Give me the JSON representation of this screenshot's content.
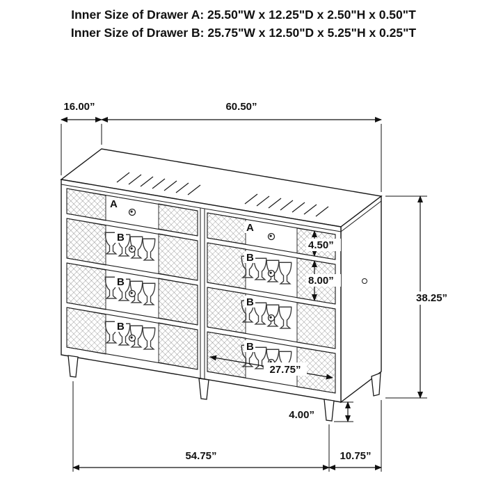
{
  "title": {
    "line1": "Inner Size of Drawer A: 25.50\"W x 12.25\"D x 2.50\"H x 0.50\"T",
    "line2": "Inner Size of Drawer B: 25.75\"W x 12.50\"D x 5.25\"H x 0.25\"T"
  },
  "colors": {
    "label_red": "#cc0000",
    "line_black": "#111111"
  },
  "drawer_labels": {
    "left": [
      "A",
      "B",
      "B",
      "B"
    ],
    "right": [
      "A",
      "B",
      "B",
      "B"
    ]
  },
  "dimensions": {
    "top_depth": "16.00”",
    "top_width": "60.50”",
    "overall_height": "38.25”",
    "drawer_a_front_height": "4.50”",
    "drawer_b_front_height": "8.00”",
    "drawer_front_width": "27.75”",
    "leg_height": "4.00”",
    "base_width": "54.75”",
    "base_depth": "10.75”"
  }
}
